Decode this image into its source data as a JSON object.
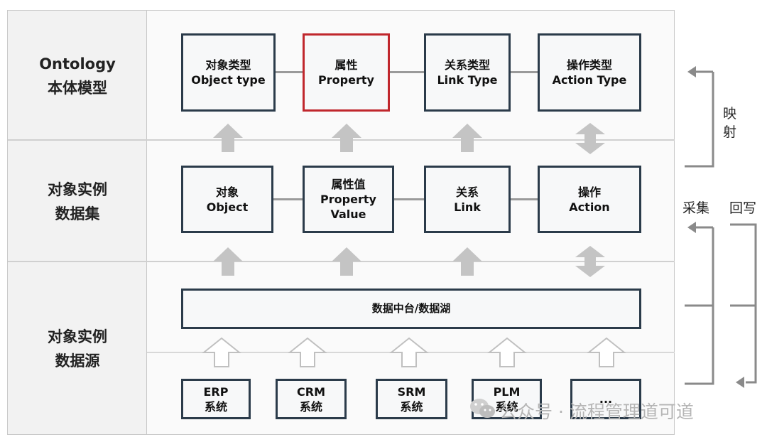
{
  "rows": [
    {
      "label_line1": "Ontology",
      "label_line2": "本体模型"
    },
    {
      "label_line1": "对象实例",
      "label_line2": "数据集"
    },
    {
      "label_line1": "对象实例",
      "label_line2": "数据源"
    }
  ],
  "ontology_boxes": [
    {
      "zh": "对象类型",
      "en": "Object type"
    },
    {
      "zh": "属性",
      "en": "Property"
    },
    {
      "zh": "关系类型",
      "en": "Link Type"
    },
    {
      "zh": "操作类型",
      "en": "Action Type"
    }
  ],
  "instance_boxes": [
    {
      "zh": "对象",
      "en": "Object"
    },
    {
      "zh": "属性值",
      "en": "Property",
      "en2": "Value"
    },
    {
      "zh": "关系",
      "en": "Link"
    },
    {
      "zh": "操作",
      "en": "Action"
    }
  ],
  "data_platform": "数据中台/数据湖",
  "source_systems": [
    {
      "name": "ERP",
      "suffix": "系统"
    },
    {
      "name": "CRM",
      "suffix": "系统"
    },
    {
      "name": "SRM",
      "suffix": "系统"
    },
    {
      "name": "PLM",
      "suffix": "系统"
    },
    {
      "name": "...",
      "suffix": ""
    }
  ],
  "side_labels": {
    "mapping_1": "映",
    "mapping_2": "射",
    "collect": "采集",
    "writeback": "回写"
  },
  "watermark": "公众号 · 流程管理道可道",
  "colors": {
    "box_border": "#2b3b4a",
    "highlight_border": "#c0272d",
    "arrow_fill": "#c4c4c4",
    "connector": "#9a9a9a"
  }
}
